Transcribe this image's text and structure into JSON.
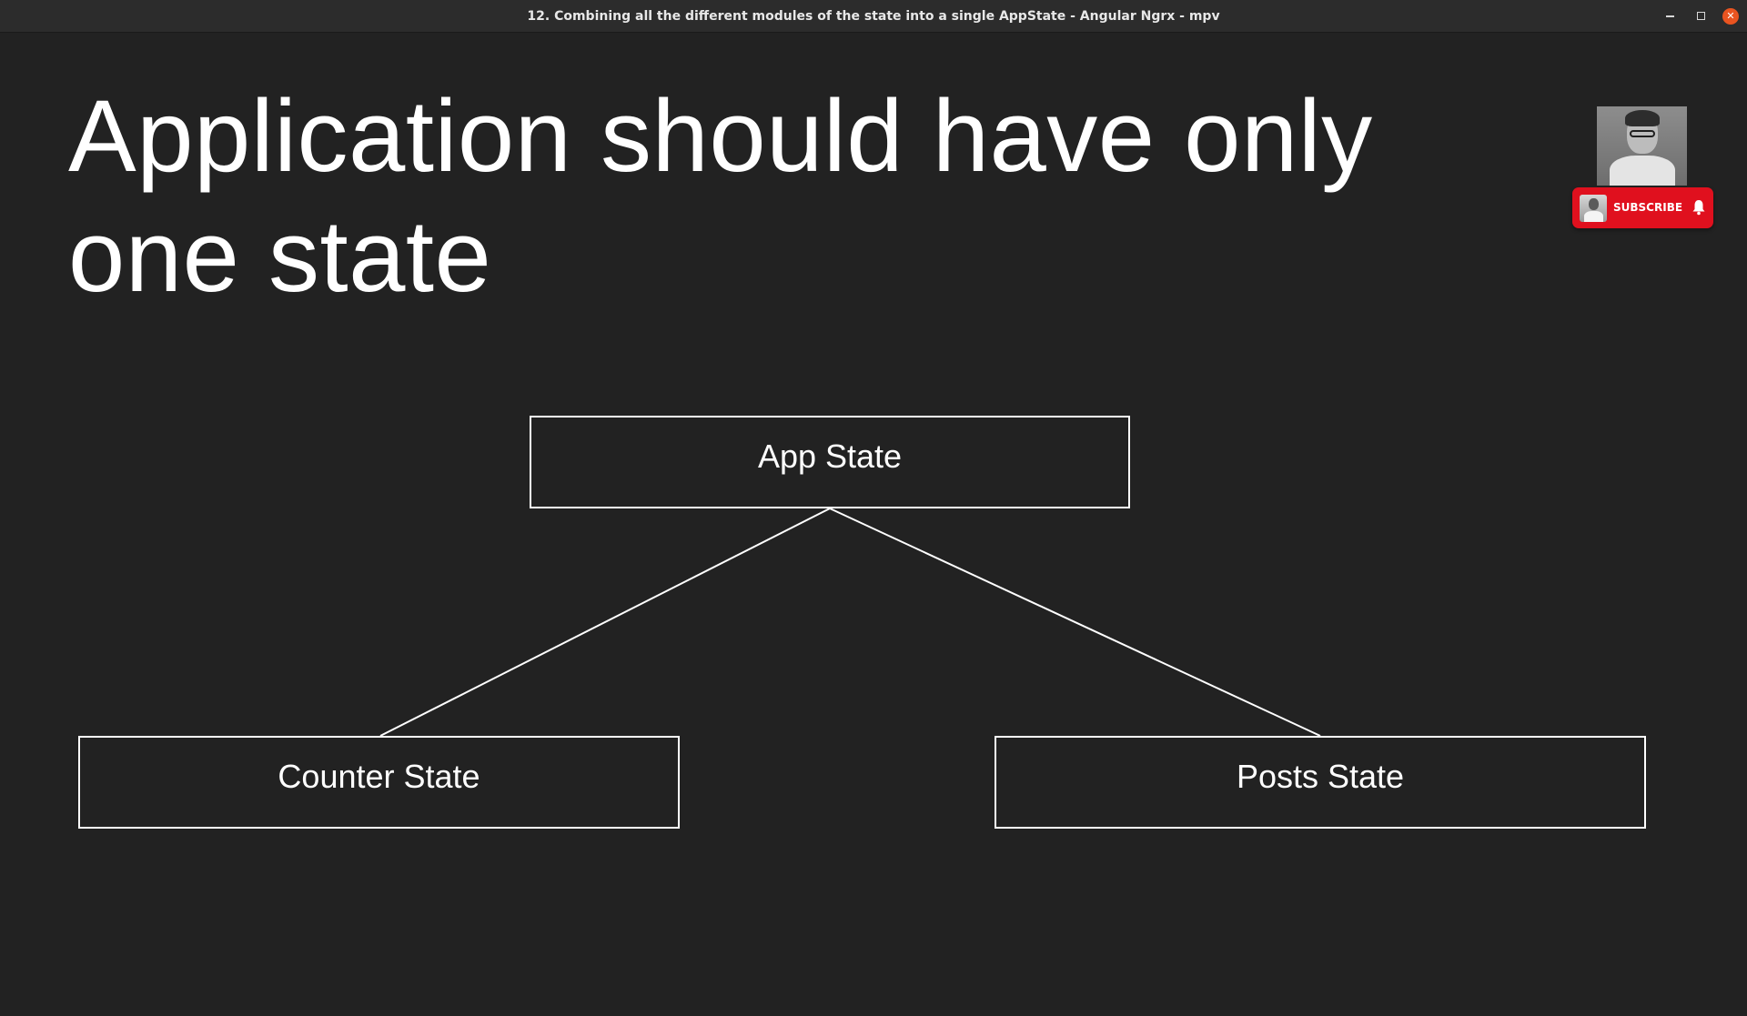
{
  "window": {
    "title": "12. Combining all the different modules of the state into a single AppState - Angular Ngrx - mpv",
    "controls": [
      "minimize-icon",
      "maximize-icon",
      "close-icon"
    ]
  },
  "slide": {
    "title": "Application should have only one state",
    "diagram": {
      "root": "App State",
      "children": [
        "Counter State",
        "Posts State"
      ]
    }
  },
  "overlay": {
    "subscribe_label": "SUBSCRIBE",
    "subscribe_color": "#e0101e",
    "bell_icon": "bell-icon"
  },
  "colors": {
    "background": "#222222",
    "foreground": "#ffffff",
    "close_button": "#e95420"
  }
}
